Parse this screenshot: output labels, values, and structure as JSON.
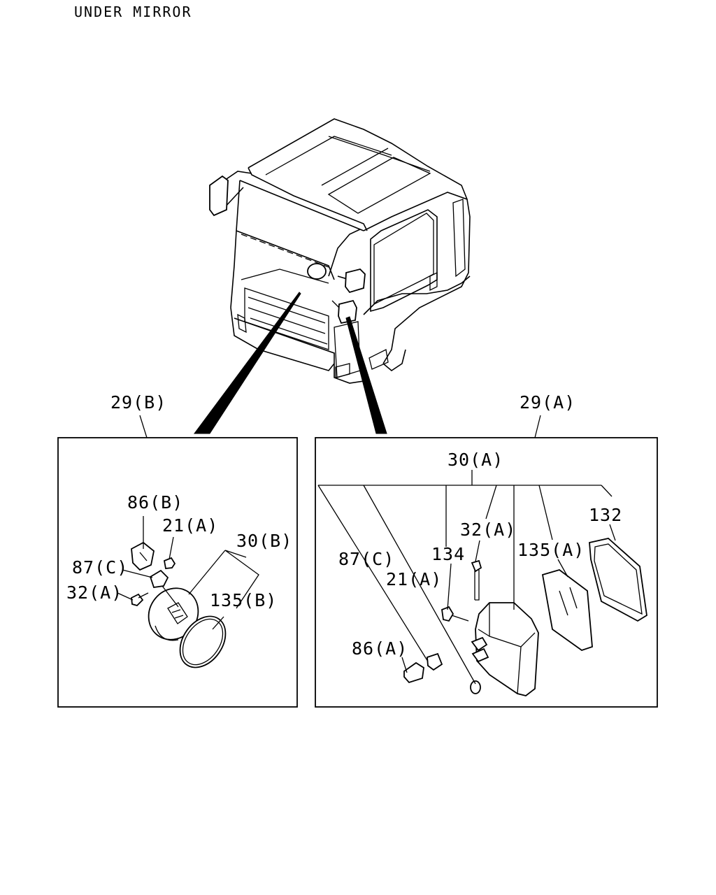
{
  "title": "UNDER MIRROR",
  "left_box": {
    "ref": "29(B)",
    "labels": {
      "bracket_cover": "86(B)",
      "nut": "21(A)",
      "mirror_assembly": "30(B)",
      "clamp": "87(C)",
      "bolt": "32(A)",
      "mirror_glass": "135(B)"
    }
  },
  "right_box": {
    "ref": "29(A)",
    "labels": {
      "mirror_assembly": "30(A)",
      "bolt": "32(A)",
      "screw": "134",
      "frame": "132",
      "mirror_glass": "135(A)",
      "clamp": "87(C)",
      "nut": "21(A)",
      "bracket_cover": "86(A)"
    }
  }
}
